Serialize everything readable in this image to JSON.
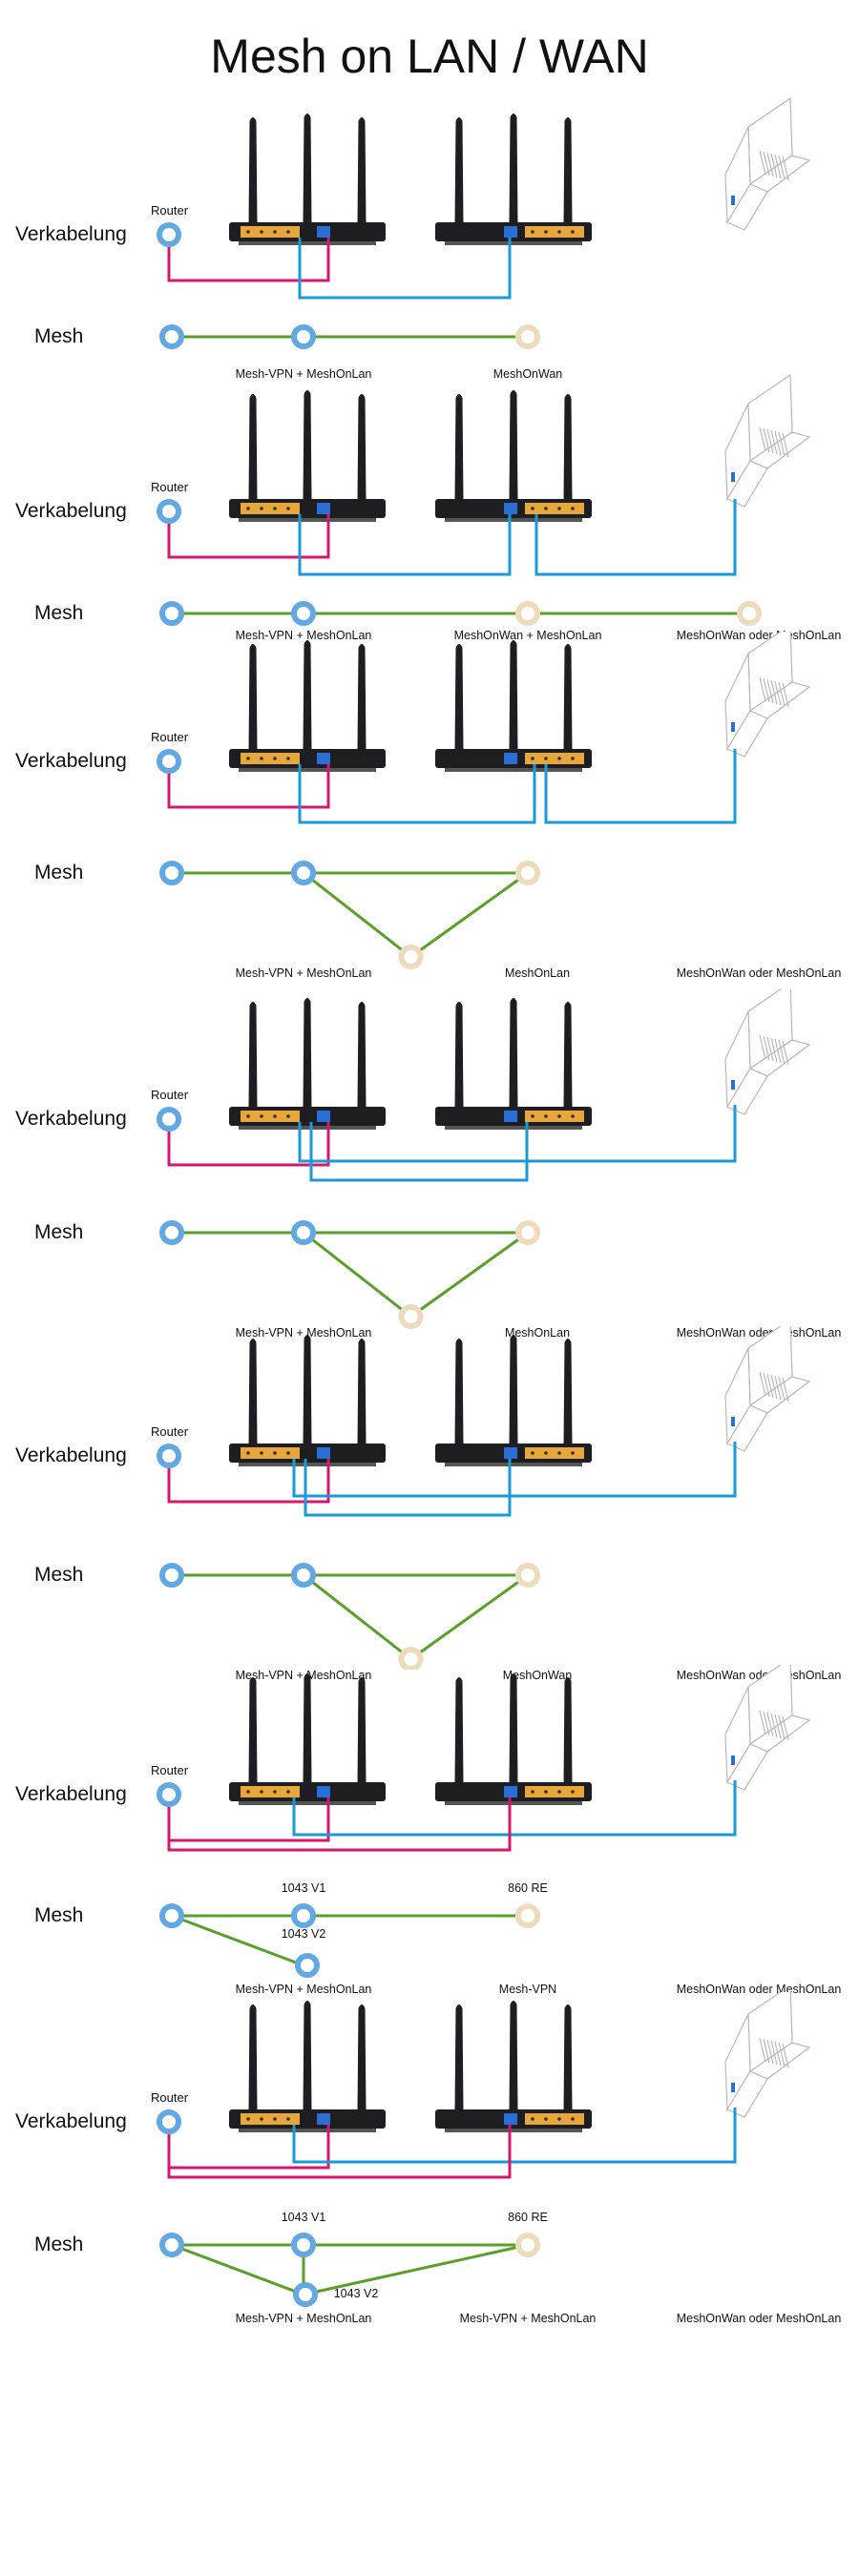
{
  "title": "Mesh on LAN / WAN",
  "colors": {
    "router_cable": "#d6176f",
    "lan_cable": "#1a9ad6",
    "mesh_link": "#5aa028",
    "node_blue": "#62a9e3",
    "node_beige": "#ecdcbd",
    "device_body": "#1d1d22",
    "port_yellow": "#e7a73a",
    "port_blue": "#2b6fd6"
  },
  "icons": [
    "router-icon",
    "repeater-icon",
    "mesh-node-icon"
  ],
  "sections": [
    {
      "cabling_label": "Verkabelung",
      "mesh_label": "Mesh",
      "router_label": "Router",
      "variant": "a",
      "texts": {
        "t1": "Mesh-VPN + MeshOnLan",
        "t2": "MeshOnWan",
        "t3": "",
        "t4": "",
        "t5": ""
      }
    },
    {
      "cabling_label": "Verkabelung",
      "mesh_label": "Mesh",
      "router_label": "Router",
      "variant": "b",
      "texts": {
        "t1": "Mesh-VPN + MeshOnLan",
        "t2": "MeshOnWan + MeshOnLan",
        "t3": "MeshOnWan oder MeshOnLan",
        "t4": "",
        "t5": ""
      }
    },
    {
      "cabling_label": "Verkabelung",
      "mesh_label": "Mesh",
      "router_label": "Router",
      "variant": "c",
      "texts": {
        "t1": "Mesh-VPN + MeshOnLan",
        "t2": "MeshOnLan",
        "t3": "MeshOnWan oder MeshOnLan",
        "t4": "",
        "t5": ""
      }
    },
    {
      "cabling_label": "Verkabelung",
      "mesh_label": "Mesh",
      "router_label": "Router",
      "variant": "d",
      "texts": {
        "t1": "Mesh-VPN + MeshOnLan",
        "t2": "MeshOnLan",
        "t3": "MeshOnWan oder MeshOnLan",
        "t4": "",
        "t5": ""
      }
    },
    {
      "cabling_label": "Verkabelung",
      "mesh_label": "Mesh",
      "router_label": "Router",
      "variant": "e",
      "texts": {
        "t1": "Mesh-VPN + MeshOnLan",
        "t2": "MeshOnWan",
        "t3": "MeshOnWan oder MeshOnLan",
        "t4": "",
        "t5": ""
      }
    },
    {
      "cabling_label": "Verkabelung",
      "mesh_label": "Mesh",
      "router_label": "Router",
      "variant": "f",
      "texts": {
        "t1": "Mesh-VPN + MeshOnLan",
        "t2": "Mesh-VPN",
        "t3": "MeshOnWan oder MeshOnLan",
        "t4": "1043 V1",
        "t5": "860 RE",
        "t6": "1043 V2"
      }
    },
    {
      "cabling_label": "Verkabelung",
      "mesh_label": "Mesh",
      "router_label": "Router",
      "variant": "g",
      "texts": {
        "t1": "Mesh-VPN + MeshOnLan",
        "t2": "Mesh-VPN + MeshOnLan",
        "t3": "MeshOnWan oder MeshOnLan",
        "t4": "1043 V1",
        "t5": "860 RE",
        "t6": "1043 V2"
      }
    }
  ]
}
